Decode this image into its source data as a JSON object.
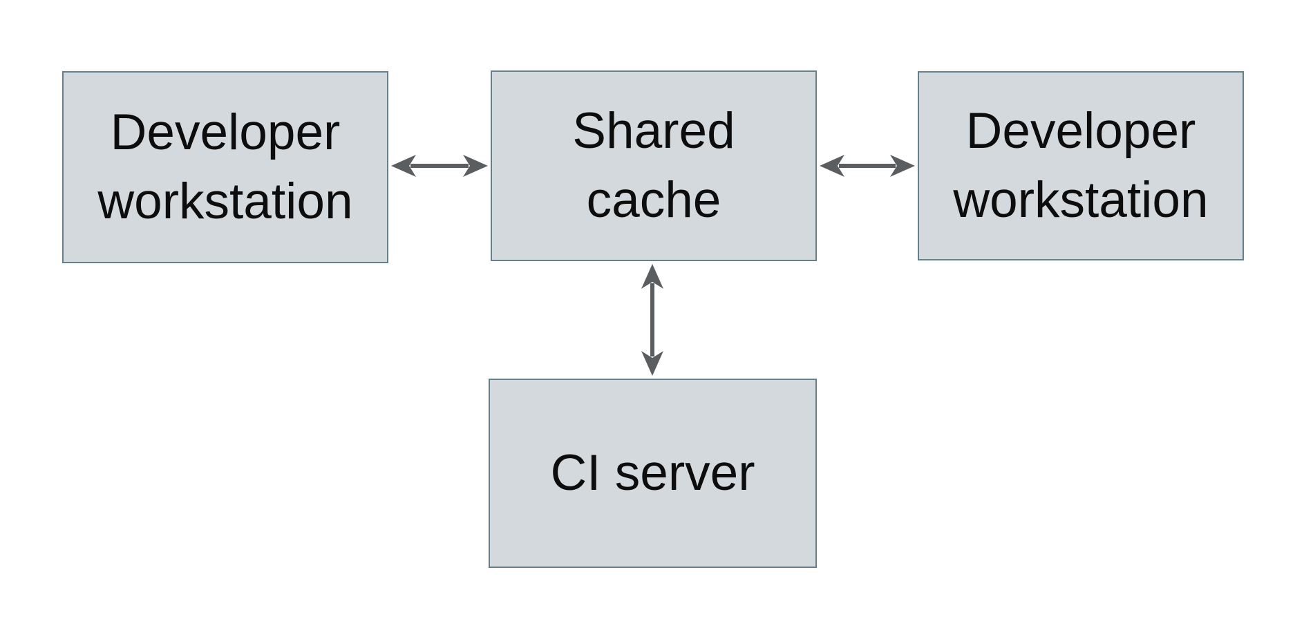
{
  "diagram": {
    "type": "architecture-diagram",
    "nodes": {
      "dev_left": {
        "id": "developer-workstation-left",
        "label": "Developer\nworkstation"
      },
      "shared": {
        "id": "shared-cache",
        "label": "Shared\ncache"
      },
      "dev_right": {
        "id": "developer-workstation-right",
        "label": "Developer\nworkstation"
      },
      "ci": {
        "id": "ci-server",
        "label": "CI server"
      }
    },
    "edges": [
      {
        "from": "developer-workstation-left",
        "to": "shared-cache",
        "direction": "bidirectional"
      },
      {
        "from": "developer-workstation-right",
        "to": "shared-cache",
        "direction": "bidirectional"
      },
      {
        "from": "ci-server",
        "to": "shared-cache",
        "direction": "bidirectional"
      }
    ],
    "theme": {
      "background": "#ffffff",
      "node_fill": "#d3d9dc",
      "node_border": "#65808d",
      "node_text": "#0d0d0d",
      "arrow": "#5b5e60"
    }
  }
}
